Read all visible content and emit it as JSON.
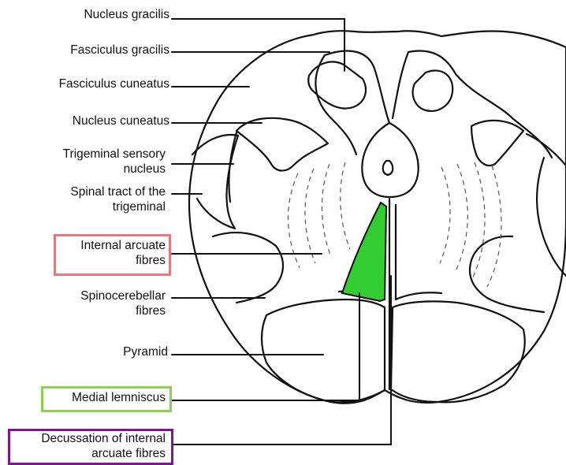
{
  "labels": {
    "nucleus_gracilis": "Nucleus gracilis",
    "fasciculus_gracilis": "Fasciculus gracilis",
    "fasciculus_cuneatus": "Fasciculus cuneatus",
    "nucleus_cuneatus": "Nucleus cuneatus",
    "trigeminal_sensory_nucleus": [
      "Trigeminal sensory",
      "nucleus"
    ],
    "spinal_tract_trigeminal": [
      "Spinal tract of the",
      "trigeminal"
    ],
    "internal_arcuate_fibres": [
      "Internal arcuate",
      "fibres"
    ],
    "spinocerebellar_fibres": [
      "Spinocerebellar",
      "fibres"
    ],
    "pyramid": "Pyramid",
    "medial_lemniscus": "Medial lemniscus",
    "decussation_internal_arcuate": [
      "Decussation of internal",
      "arcuate fibres"
    ]
  },
  "colors": {
    "highlight_fill": "#33cc33",
    "box_internal_arcuate": "#e07a80",
    "box_medial_lemniscus": "#8fcf55",
    "box_decussation": "#7a1a8a",
    "line": "#111111"
  }
}
